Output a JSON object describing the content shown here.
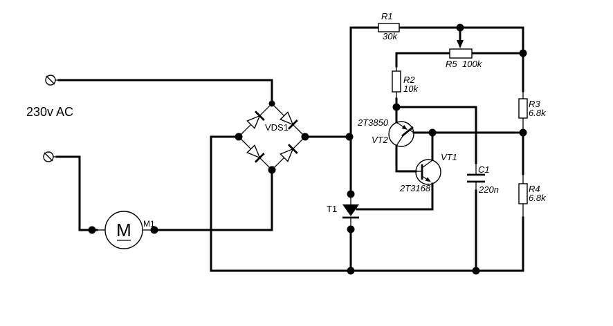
{
  "diagram": {
    "kind": "circuit-schematic",
    "colors": {
      "ink": "#000000",
      "background": "#ffffff"
    },
    "power_source": {
      "label": "230v AC"
    },
    "components": {
      "m1": {
        "ref": "M1",
        "symbol": "M",
        "type": "motor"
      },
      "vds1": {
        "ref": "VDS1",
        "type": "bridge-rectifier"
      },
      "t1": {
        "ref": "T1",
        "type": "thyristor"
      },
      "vt2": {
        "ref": "VT2",
        "part": "2T3850",
        "type": "transistor-pnp"
      },
      "vt1": {
        "ref": "VT1",
        "part": "2T3168",
        "type": "transistor-npn"
      },
      "r1": {
        "ref": "R1",
        "value": "30k",
        "type": "resistor"
      },
      "r2": {
        "ref": "R2",
        "value": "10k",
        "type": "resistor"
      },
      "r3": {
        "ref": "R3",
        "value": "6.8k",
        "type": "resistor"
      },
      "r4": {
        "ref": "R4",
        "value": "6.8k",
        "type": "resistor"
      },
      "r5": {
        "ref": "R5",
        "value": "100k",
        "type": "potentiometer"
      },
      "c1": {
        "ref": "C1",
        "value": "220n",
        "type": "capacitor"
      }
    }
  }
}
